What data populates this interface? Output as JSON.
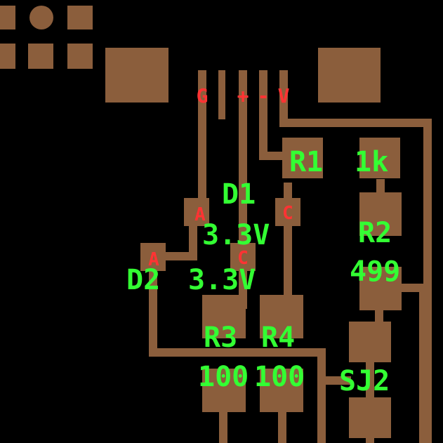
{
  "colors": {
    "background": "#000000",
    "copper": "#8B5E3C",
    "silkscreen": "#33FF33",
    "pin_label": "#FF3333"
  },
  "header_pins": {
    "g": "G",
    "plus": "+",
    "minus": "-",
    "v": "V"
  },
  "components": {
    "r1": {
      "ref": "R1",
      "value": "1k"
    },
    "r2": {
      "ref": "R2",
      "value": "499"
    },
    "r3": {
      "ref": "R3",
      "value": "100"
    },
    "r4": {
      "ref": "R4",
      "value": "100"
    },
    "d1": {
      "ref": "D1",
      "value": "3.3V"
    },
    "d2": {
      "ref": "D2",
      "value": "3.3V"
    },
    "sj2": {
      "ref": "SJ2"
    }
  },
  "diode_pins": {
    "d1_anode": "A",
    "d1_cathode": "C",
    "d2_anode": "A",
    "d2_cathode": "C"
  }
}
